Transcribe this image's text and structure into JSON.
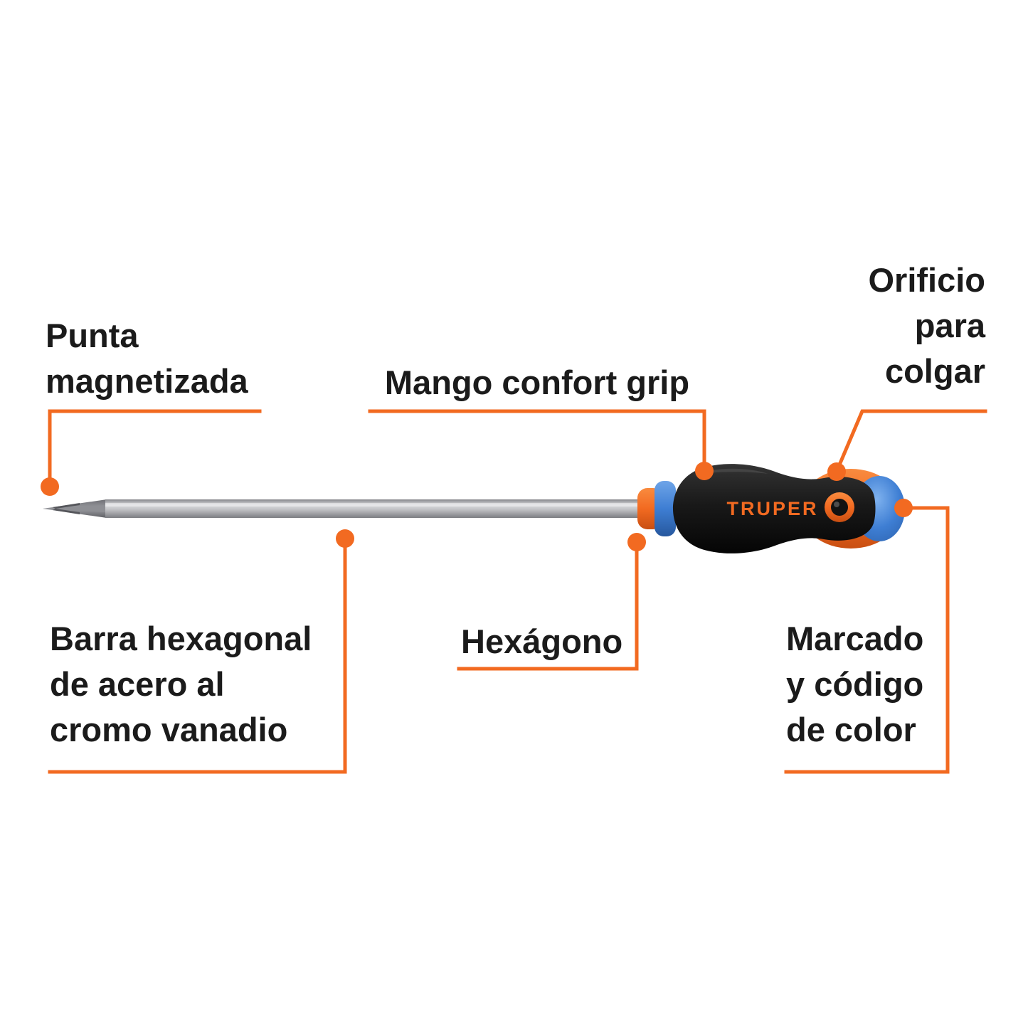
{
  "diagram": {
    "brand": "TRUPER",
    "colors": {
      "accent_orange": "#F26A21",
      "text_black": "#1B1B1B",
      "handle_black": "#161616",
      "cap_blue": "#3E7ED3",
      "shaft_gray": "#B4B5B8"
    },
    "labels": {
      "punta": {
        "lines": [
          "Punta",
          "magnetizada"
        ]
      },
      "mango": {
        "text": "Mango confort grip"
      },
      "orificio": {
        "lines": [
          "Orificio",
          "para",
          "colgar"
        ]
      },
      "barra": {
        "lines": [
          "Barra hexagonal",
          "de acero al",
          "cromo vanadio"
        ]
      },
      "hexagono": {
        "text": "Hexágono"
      },
      "marcado": {
        "lines": [
          "Marcado",
          "y código",
          "de color"
        ]
      }
    }
  }
}
